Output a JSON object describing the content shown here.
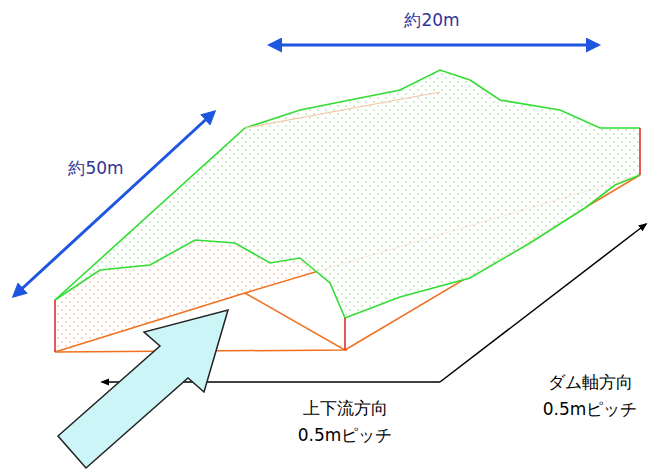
{
  "diagram": {
    "labels": [
      "約20m",
      "約50m",
      "上下流方向",
      "0.5mピッチ",
      "ダム軸方向",
      "0.5mピッチ"
    ]
  }
}
